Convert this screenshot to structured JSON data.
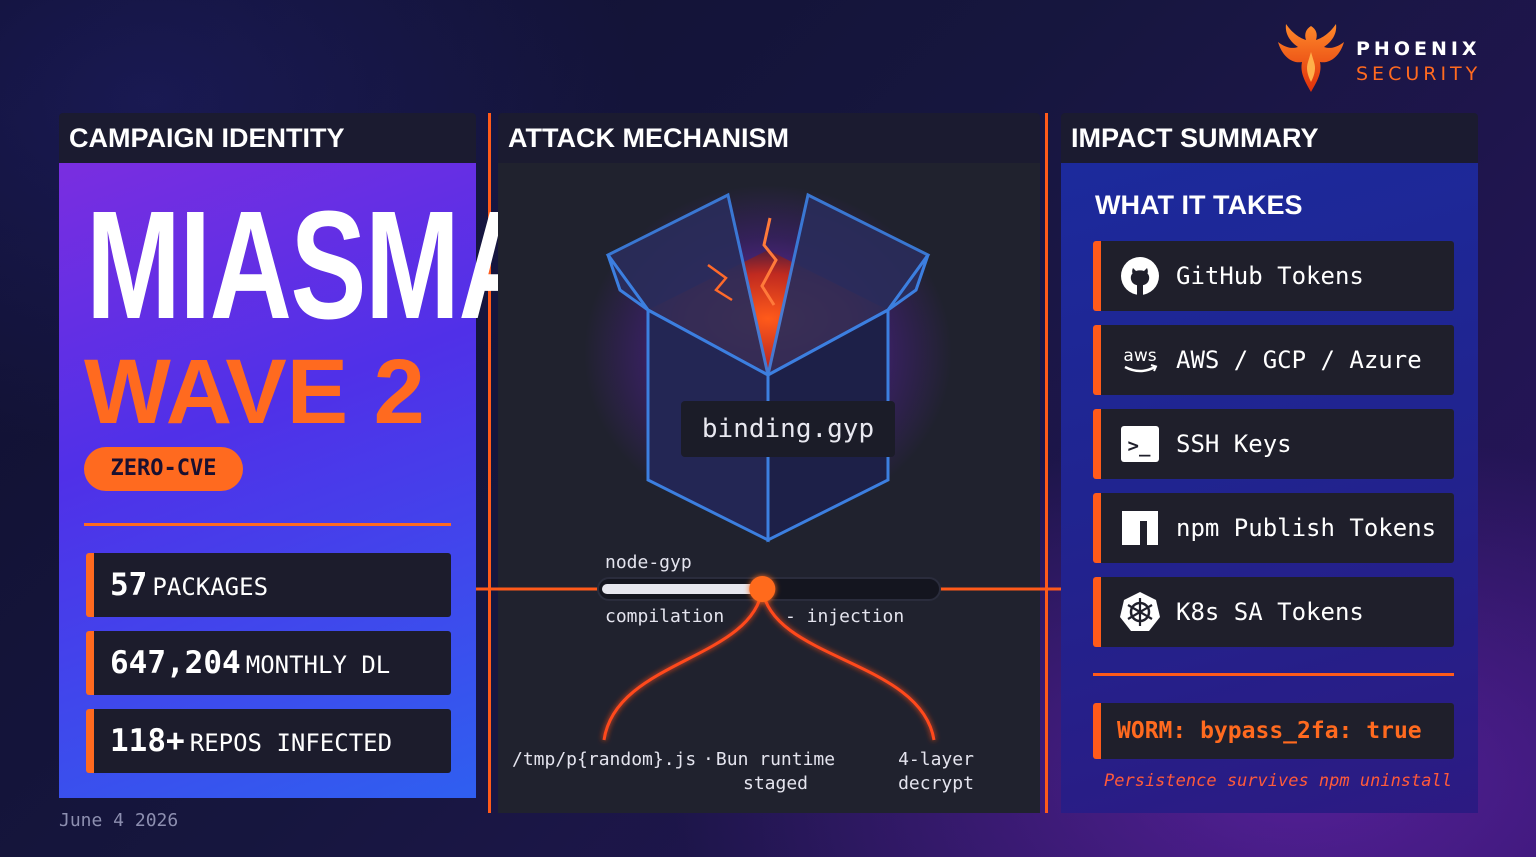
{
  "brand": {
    "name_line1": "PHOENIX",
    "name_line2": "SECURITY",
    "accent_color": "#ff6a1f",
    "icon": "phoenix-logo-icon"
  },
  "columns": {
    "identity": {
      "heading": "CAMPAIGN IDENTITY"
    },
    "mechanism": {
      "heading": "ATTACK MECHANISM"
    },
    "impact": {
      "heading": "IMPACT SUMMARY"
    }
  },
  "campaign": {
    "title": "MIASMA",
    "subtitle": "WAVE 2",
    "badge": "ZERO-CVE",
    "stats": [
      {
        "value": "57",
        "label": "PACKAGES"
      },
      {
        "value": "647,204",
        "label": "MONTHLY DL"
      },
      {
        "value": "118+",
        "label": "REPOS INFECTED"
      }
    ],
    "date": "June 4 2026"
  },
  "mechanism": {
    "file": "binding.gyp",
    "timeline": {
      "top_label": "node-gyp",
      "left_label": "compilation",
      "right_label": "- injection",
      "progress": 0.48
    },
    "branches": {
      "left": "/tmp/p{random}.js",
      "separator": "·",
      "center_line1": "Bun runtime",
      "center_line2": "staged",
      "right_line1": "4-layer",
      "right_line2": "decrypt"
    }
  },
  "impact": {
    "section_title": "WHAT IT TAKES",
    "items": [
      {
        "icon": "github-icon",
        "label": "GitHub Tokens"
      },
      {
        "icon": "aws-icon",
        "icon_text": "aws",
        "label": "AWS / GCP / Azure"
      },
      {
        "icon": "terminal-icon",
        "icon_text": ">_",
        "label": "SSH Keys"
      },
      {
        "icon": "npm-icon",
        "label": "npm Publish Tokens"
      },
      {
        "icon": "kubernetes-icon",
        "label": "K8s SA Tokens"
      }
    ],
    "worm": "WORM: bypass_2fa: true",
    "footnote": "Persistence survives npm uninstall"
  }
}
